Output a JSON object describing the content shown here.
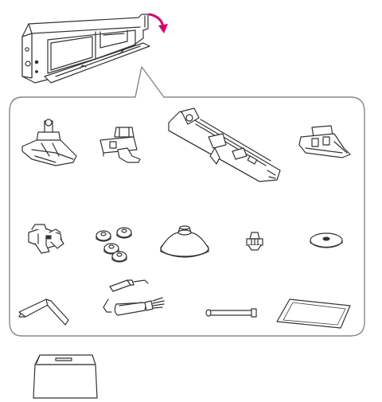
{
  "diagram": {
    "accent_color": "#d6006f",
    "line_color": "#333333",
    "container": {
      "name": "accessory-storage-compartment",
      "highlighted_parts": [
        "storage-box",
        "accessory-tray",
        "open-direction-arrow"
      ]
    },
    "accessories": [
      {
        "name": "all-purpose-presser-foot"
      },
      {
        "name": "zipper-foot"
      },
      {
        "name": "buttonhole-foot"
      },
      {
        "name": "button-sewing-foot"
      },
      {
        "name": "blind-hem-foot"
      },
      {
        "name": "bobbins"
      },
      {
        "name": "spool-cap"
      },
      {
        "name": "spool-pin-cap"
      },
      {
        "name": "spool-felt"
      },
      {
        "name": "screwdriver"
      },
      {
        "name": "seam-ripper-and-brush"
      },
      {
        "name": "spool-pin"
      },
      {
        "name": "needle-pack"
      },
      {
        "name": "dust-cover"
      }
    ]
  }
}
